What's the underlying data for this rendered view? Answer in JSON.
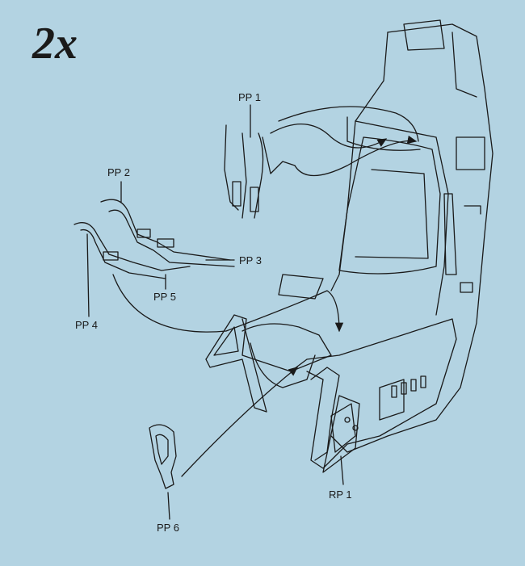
{
  "quantity": "2x",
  "labels": {
    "pp1": "PP 1",
    "pp2": "PP 2",
    "pp3": "PP 3",
    "pp4": "PP 4",
    "pp5": "PP 5",
    "pp6": "PP 6",
    "rp1": "RP 1"
  },
  "colors": {
    "background": "#b3d3e2",
    "ink": "#1a1a1a"
  }
}
